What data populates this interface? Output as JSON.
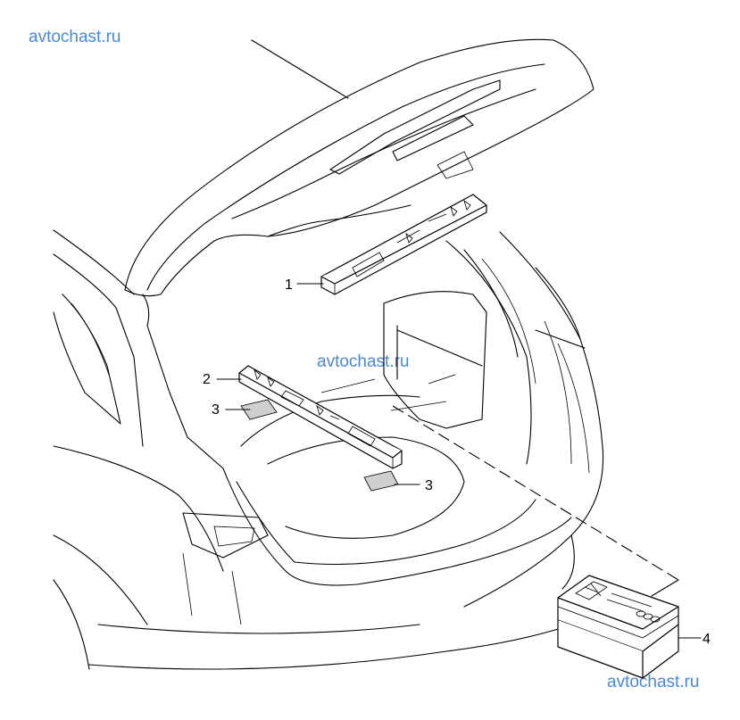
{
  "watermarks": {
    "top_left": "avtochast.ru",
    "center": "avtochast.ru",
    "bottom_right": "avtochast.ru"
  },
  "callouts": {
    "c1": "1",
    "c2": "2",
    "c3a": "3",
    "c3b": "3",
    "c4": "4"
  }
}
